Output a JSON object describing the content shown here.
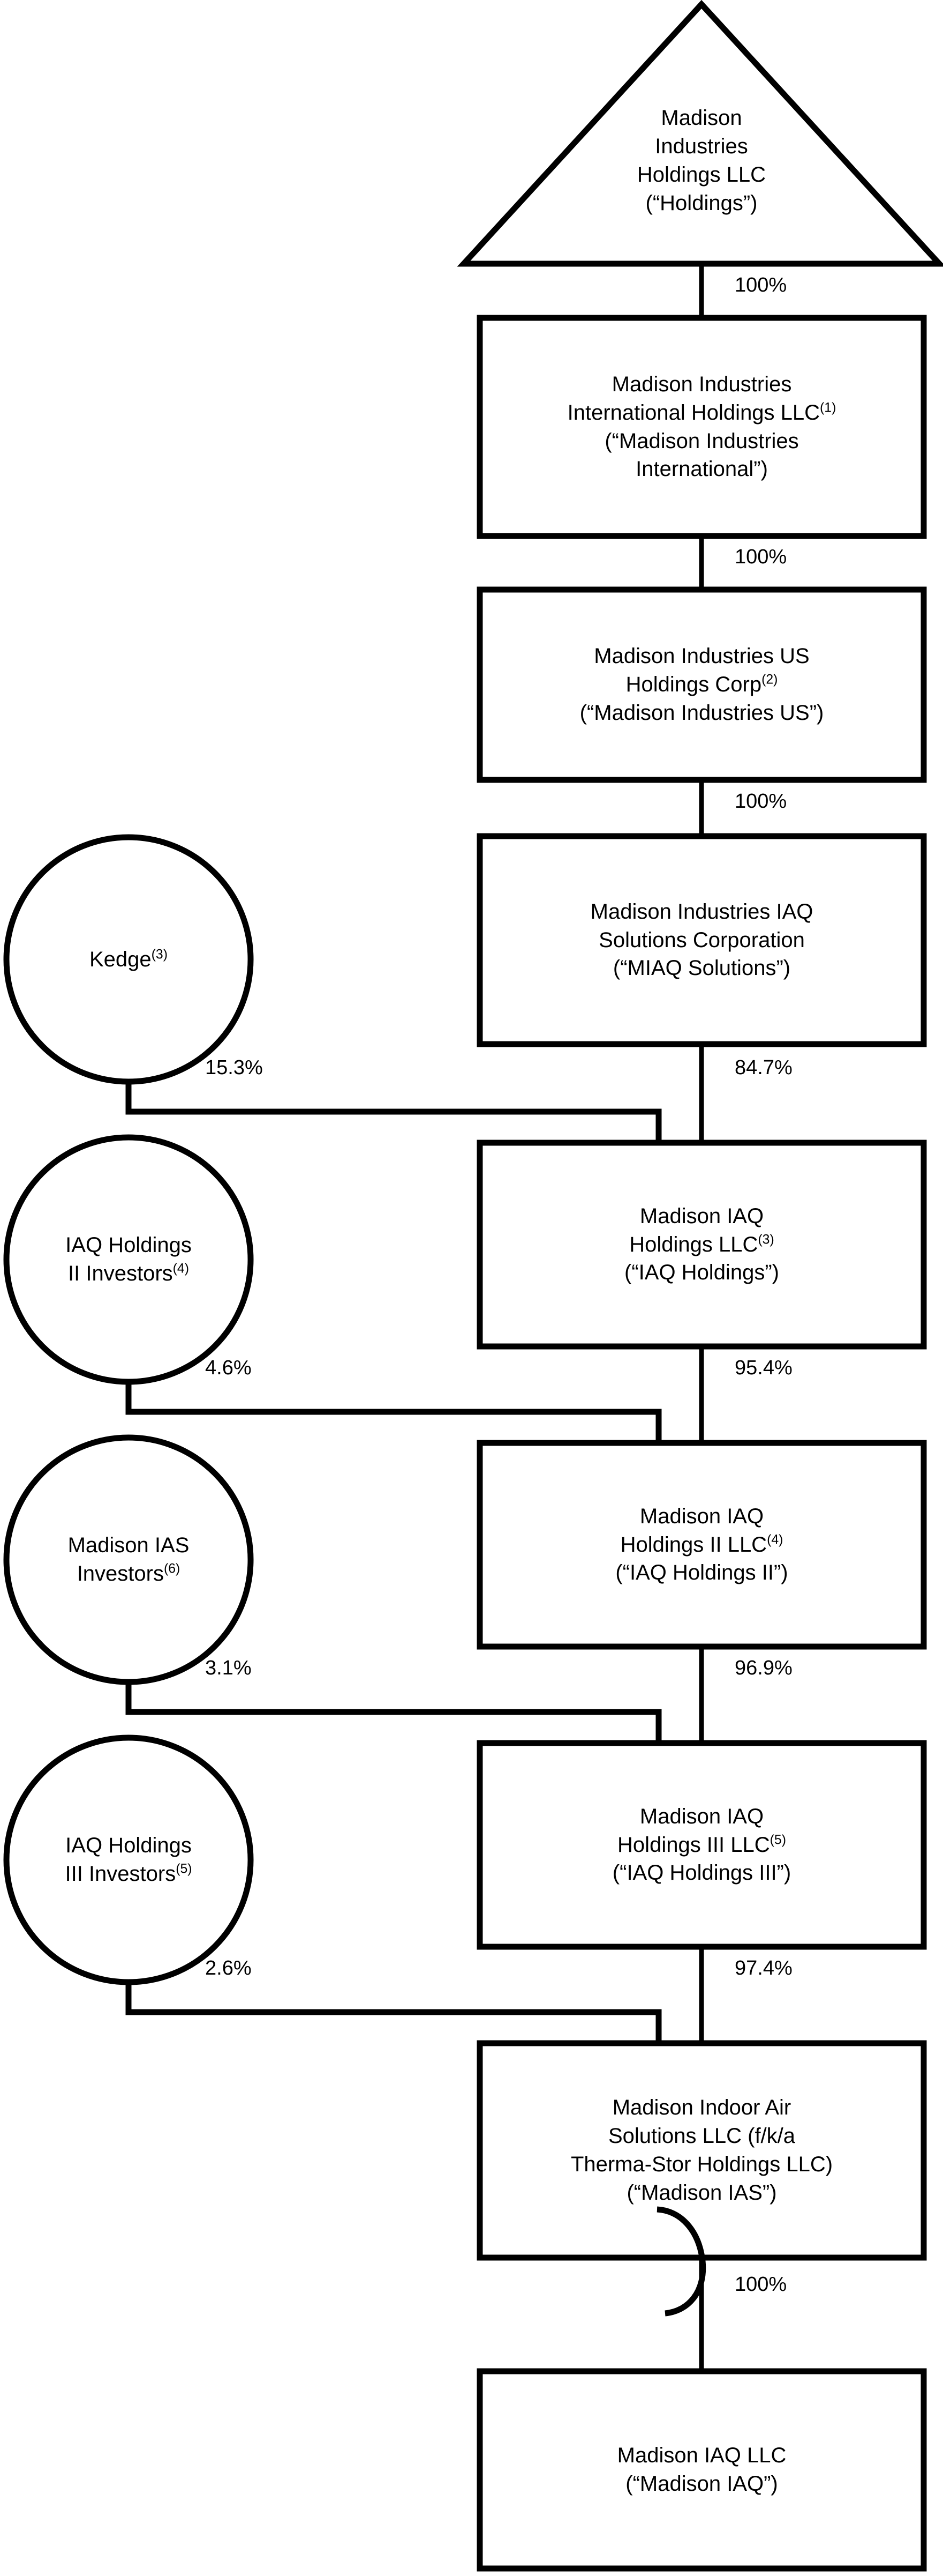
{
  "diagram": {
    "type": "organizational-ownership-structure",
    "title": "Madison Industries Holdings Corporate Structure",
    "background_color": "#ffffff",
    "line_color": "#000000",
    "text_color": "#000000"
  },
  "nodes": [
    {
      "id": "holdings",
      "shape": "triangle",
      "lines": [
        "Madison",
        "Industries",
        "Holdings LLC",
        "(“Holdings”)"
      ],
      "footnote": ""
    },
    {
      "id": "madison-industries-international",
      "shape": "rectangle",
      "lines": [
        "Madison Industries",
        "International Holdings LLC",
        "(“Madison Industries",
        "International”)"
      ],
      "footnote": "(1)",
      "footnote_after_line": 1
    },
    {
      "id": "madison-industries-us",
      "shape": "rectangle",
      "lines": [
        "Madison Industries US",
        "Holdings Corp",
        "(“Madison Industries US”)"
      ],
      "footnote": "(2)",
      "footnote_after_line": 1
    },
    {
      "id": "miaq-solutions",
      "shape": "rectangle",
      "lines": [
        "Madison Industries IAQ",
        "Solutions Corporation",
        "(“MIAQ Solutions”)"
      ],
      "footnote": ""
    },
    {
      "id": "iaq-holdings",
      "shape": "rectangle",
      "lines": [
        "Madison IAQ",
        "Holdings LLC",
        "(“IAQ Holdings”)"
      ],
      "footnote": "(3)",
      "footnote_after_line": 1
    },
    {
      "id": "iaq-holdings-ii",
      "shape": "rectangle",
      "lines": [
        "Madison IAQ",
        "Holdings II LLC",
        "(“IAQ Holdings II”)"
      ],
      "footnote": "(4)",
      "footnote_after_line": 1
    },
    {
      "id": "iaq-holdings-iii",
      "shape": "rectangle",
      "lines": [
        "Madison IAQ",
        "Holdings III LLC",
        "(“IAQ Holdings III”)"
      ],
      "footnote": "(5)",
      "footnote_after_line": 1
    },
    {
      "id": "madison-ias",
      "shape": "rectangle",
      "lines": [
        "Madison Indoor Air",
        "Solutions LLC (f/k/a",
        "Therma-Stor Holdings LLC)",
        "(“Madison IAS”)"
      ],
      "footnote": ""
    },
    {
      "id": "madison-iaq",
      "shape": "rectangle",
      "lines": [
        "Madison IAQ LLC",
        "(“Madison IAQ”)"
      ],
      "footnote": ""
    }
  ],
  "investor_circles": [
    {
      "id": "kedge",
      "shape": "circle",
      "lines": [
        "Kedge"
      ],
      "footnote": "(3)",
      "footnote_after_line": 0
    },
    {
      "id": "iaq-holdings-ii-investors",
      "shape": "circle",
      "lines": [
        "IAQ Holdings",
        "II Investors"
      ],
      "footnote": "(4)",
      "footnote_after_line": 1
    },
    {
      "id": "madison-ias-investors",
      "shape": "circle",
      "lines": [
        "Madison IAS",
        "Investors"
      ],
      "footnote": "(6)",
      "footnote_after_line": 1
    },
    {
      "id": "iaq-holdings-iii-investors",
      "shape": "circle",
      "lines": [
        "IAQ Holdings",
        "III Investors"
      ],
      "footnote": "(5)",
      "footnote_after_line": 1
    }
  ],
  "edges": [
    {
      "id": "e1",
      "from": "holdings",
      "to": "madison-industries-international",
      "label": "100%"
    },
    {
      "id": "e2",
      "from": "madison-industries-international",
      "to": "madison-industries-us",
      "label": "100%"
    },
    {
      "id": "e3",
      "from": "madison-industries-us",
      "to": "miaq-solutions",
      "label": "100%"
    },
    {
      "id": "e4",
      "from": "kedge",
      "to": "iaq-holdings",
      "label": "15.3%"
    },
    {
      "id": "e5",
      "from": "miaq-solutions",
      "to": "iaq-holdings",
      "label": "84.7%"
    },
    {
      "id": "e6",
      "from": "iaq-holdings-ii-investors",
      "to": "iaq-holdings-ii",
      "label": "4.6%"
    },
    {
      "id": "e7",
      "from": "iaq-holdings",
      "to": "iaq-holdings-ii",
      "label": "95.4%"
    },
    {
      "id": "e8",
      "from": "madison-ias-investors",
      "to": "iaq-holdings-iii",
      "label": "3.1%"
    },
    {
      "id": "e9",
      "from": "iaq-holdings-ii",
      "to": "iaq-holdings-iii",
      "label": "96.9%"
    },
    {
      "id": "e10",
      "from": "iaq-holdings-iii-investors",
      "to": "madison-ias",
      "label": "2.6%"
    },
    {
      "id": "e11",
      "from": "iaq-holdings-iii",
      "to": "madison-ias",
      "label": "97.4%"
    },
    {
      "id": "e12",
      "from": "madison-ias",
      "to": "madison-iaq",
      "label": "100%",
      "break_mark": true
    }
  ],
  "percent_labels": {
    "p_holdings_to_mii": "100%",
    "p_mii_to_mius": "100%",
    "p_mius_to_miaq": "100%",
    "p_kedge": "15.3%",
    "p_miaq_to_iaqh": "84.7%",
    "p_iaqh2_investors": "4.6%",
    "p_iaqh_to_iaqh2": "95.4%",
    "p_ias_investors": "3.1%",
    "p_iaqh2_to_iaqh3": "96.9%",
    "p_iaqh3_investors": "2.6%",
    "p_iaqh3_to_ias": "97.4%",
    "p_ias_to_iaq": "100%"
  }
}
